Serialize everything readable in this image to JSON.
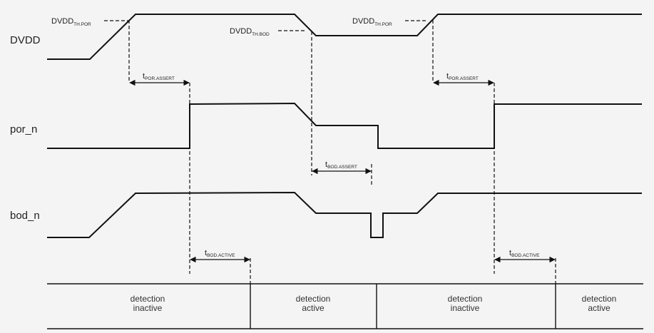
{
  "signals": {
    "dvdd": "DVDD",
    "por_n": "por_n",
    "bod_n": "bod_n"
  },
  "thresholds": {
    "th_por_1": {
      "main": "DVDD",
      "sub": "TH.POR"
    },
    "th_bod": {
      "main": "DVDD",
      "sub": "TH.BOD"
    },
    "th_por_2": {
      "main": "DVDD",
      "sub": "TH.POR"
    }
  },
  "timings": {
    "t_por_assert_1": {
      "main": "t",
      "sub": "POR.ASSERT"
    },
    "t_bod_assert": {
      "main": "t",
      "sub": "BOD.ASSERT"
    },
    "t_por_assert_2": {
      "main": "t",
      "sub": "POR.ASSERT"
    },
    "t_bod_active_1": {
      "main": "t",
      "sub": "BOD.ACTIVE"
    },
    "t_bod_active_2": {
      "main": "t",
      "sub": "BOD.ACTIVE"
    }
  },
  "states": [
    {
      "line1": "detection",
      "line2": "inactive"
    },
    {
      "line1": "detection",
      "line2": "active"
    },
    {
      "line1": "detection",
      "line2": "inactive"
    },
    {
      "line1": "detection",
      "line2": "active"
    }
  ]
}
